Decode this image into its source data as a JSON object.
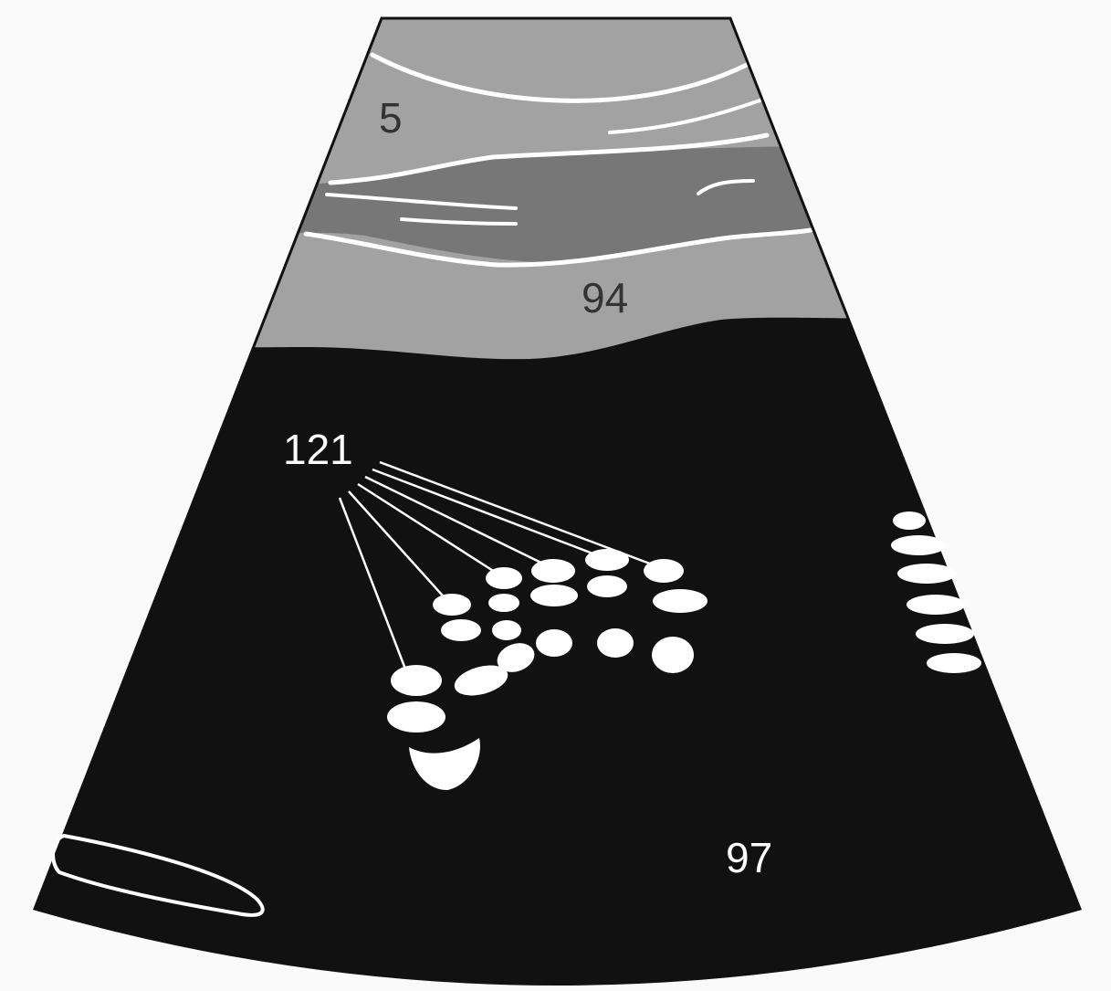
{
  "labels": {
    "layer_top": "5",
    "layer_middle": "94",
    "lower_region": "97",
    "pointer_group": "121"
  },
  "colors": {
    "background": "#fafafa",
    "upper_layer": "#a2a2a2",
    "middle_band": "#777777",
    "lower_region": "#111111",
    "outline": "#ffffff",
    "dark_text": "#333333",
    "light_text": "#ffffff"
  }
}
